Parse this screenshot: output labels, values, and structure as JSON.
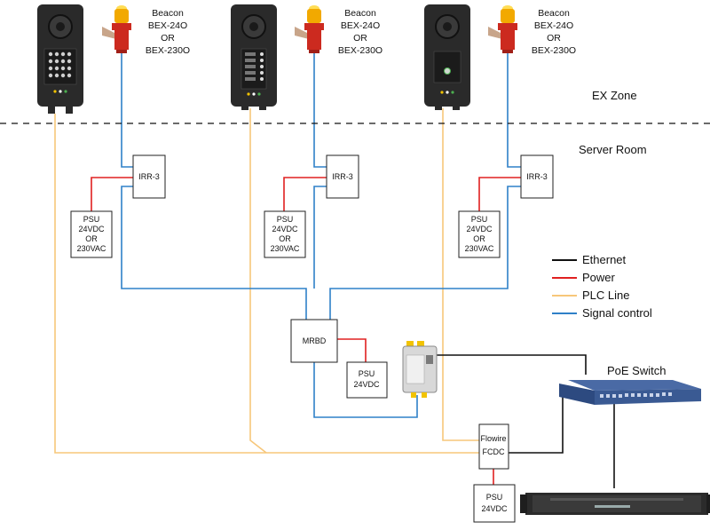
{
  "colors": {
    "ethernet": "#111111",
    "power": "#e02020",
    "plc_line": "#f7c77a",
    "signal_control": "#2f80c8",
    "beacon_red": "#cc2a1f",
    "beacon_amber": "#f2a900",
    "device_body": "#2a2a2a"
  },
  "zones": {
    "ex_zone": "EX Zone",
    "server_room": "Server Room"
  },
  "beacons": [
    {
      "line1": "Beacon",
      "line2": "BEX-24O",
      "line3": "OR",
      "line4": "BEX-230O"
    },
    {
      "line1": "Beacon",
      "line2": "BEX-24O",
      "line3": "OR",
      "line4": "BEX-230O"
    },
    {
      "line1": "Beacon",
      "line2": "BEX-24O",
      "line3": "OR",
      "line4": "BEX-230O"
    }
  ],
  "relays": [
    {
      "label": "IRR-3"
    },
    {
      "label": "IRR-3"
    },
    {
      "label": "IRR-3"
    }
  ],
  "psus": [
    {
      "line1": "PSU",
      "line2": "24VDC",
      "line3": "OR",
      "line4": "230VAC"
    },
    {
      "line1": "PSU",
      "line2": "24VDC",
      "line3": "OR",
      "line4": "230VAC"
    },
    {
      "line1": "PSU",
      "line2": "24VDC",
      "line3": "OR",
      "line4": "230VAC"
    }
  ],
  "mrbd": {
    "label": "MRBD"
  },
  "psu_mrbd": {
    "line1": "PSU",
    "line2": "24VDC"
  },
  "flowire": {
    "line1": "Flowire",
    "line2": "FCDC"
  },
  "psu_flowire": {
    "line1": "PSU",
    "line2": "24VDC"
  },
  "poe_switch": {
    "label": "PoE Switch"
  },
  "legend": {
    "ethernet": "Ethernet",
    "power": "Power",
    "plc_line": "PLC Line",
    "signal_control": "Signal control"
  }
}
